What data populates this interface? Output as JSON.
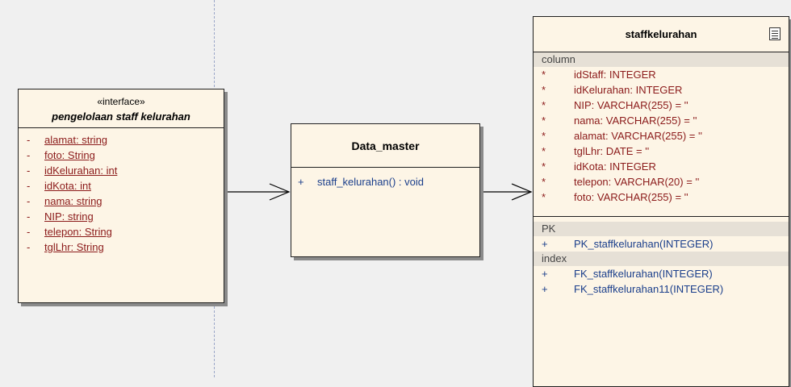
{
  "interface": {
    "stereotype": "«interface»",
    "name": "pengelolaan staff kelurahan",
    "attributes": [
      {
        "vis": "-",
        "text": "alamat:  string"
      },
      {
        "vis": "-",
        "text": "foto:  String"
      },
      {
        "vis": "-",
        "text": "idKelurahan:  int"
      },
      {
        "vis": "-",
        "text": "idKota:  int"
      },
      {
        "vis": "-",
        "text": "nama:  string"
      },
      {
        "vis": "-",
        "text": "NIP:  string"
      },
      {
        "vis": "-",
        "text": "telepon:  String"
      },
      {
        "vis": "-",
        "text": "tglLhr:  String"
      }
    ]
  },
  "data_master": {
    "name": "Data_master",
    "operations": [
      {
        "vis": "+",
        "text": "staff_kelurahan() : void"
      }
    ]
  },
  "table": {
    "name": "staffkelurahan",
    "column_label": "column",
    "columns": [
      {
        "vis": "*",
        "text": "idStaff:  INTEGER"
      },
      {
        "vis": "*",
        "text": "idKelurahan:  INTEGER"
      },
      {
        "vis": "*",
        "text": "NIP:  VARCHAR(255) = ''"
      },
      {
        "vis": "*",
        "text": "nama:  VARCHAR(255) = ''"
      },
      {
        "vis": "*",
        "text": "alamat:  VARCHAR(255) = ''"
      },
      {
        "vis": "*",
        "text": "tglLhr:  DATE = ''"
      },
      {
        "vis": "*",
        "text": "idKota:  INTEGER"
      },
      {
        "vis": "*",
        "text": "telepon:  VARCHAR(20) = ''"
      },
      {
        "vis": "*",
        "text": "foto:  VARCHAR(255) = ''"
      }
    ],
    "pk_label": "PK",
    "pk": [
      {
        "vis": "+",
        "text": "PK_staffkelurahan(INTEGER)"
      }
    ],
    "index_label": "index",
    "index": [
      {
        "vis": "+",
        "text": "FK_staffkelurahan(INTEGER)"
      },
      {
        "vis": "+",
        "text": "FK_staffkelurahan11(INTEGER)"
      }
    ]
  }
}
